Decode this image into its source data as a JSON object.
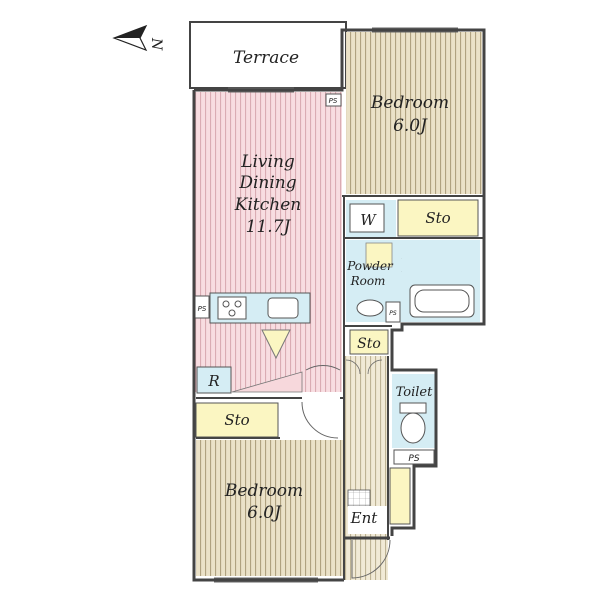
{
  "compass": {
    "north_label": "N"
  },
  "rooms": {
    "terrace": {
      "name": "Terrace"
    },
    "bedroom_upper": {
      "name": "Bedroom",
      "size": "6.0J"
    },
    "ldk": {
      "line1": "Living",
      "line2": "Dining",
      "line3": "Kitchen",
      "size": "11.7J"
    },
    "washer": {
      "name": "W"
    },
    "storage_upper": {
      "name": "Sto"
    },
    "powder_room": {
      "line1": "Powder",
      "line2": "Room"
    },
    "storage_hall": {
      "name": "Sto"
    },
    "refrigerator": {
      "name": "R"
    },
    "storage_left": {
      "name": "Sto"
    },
    "toilet": {
      "name": "Toilet"
    },
    "bedroom_lower": {
      "name": "Bedroom",
      "size": "6.0J"
    },
    "entrance": {
      "name": "Ent"
    }
  },
  "pipe_spaces": {
    "ps_top": "PS",
    "ps_kitchen": "PS",
    "ps_bath": "PS",
    "ps_toilet": "PS"
  },
  "colors": {
    "ldk": "#f7d8dc",
    "bedroom": "#e8dfc3",
    "storage": "#fbf6c2",
    "wet": "#d5edf4",
    "hall": "#f2ead2"
  }
}
